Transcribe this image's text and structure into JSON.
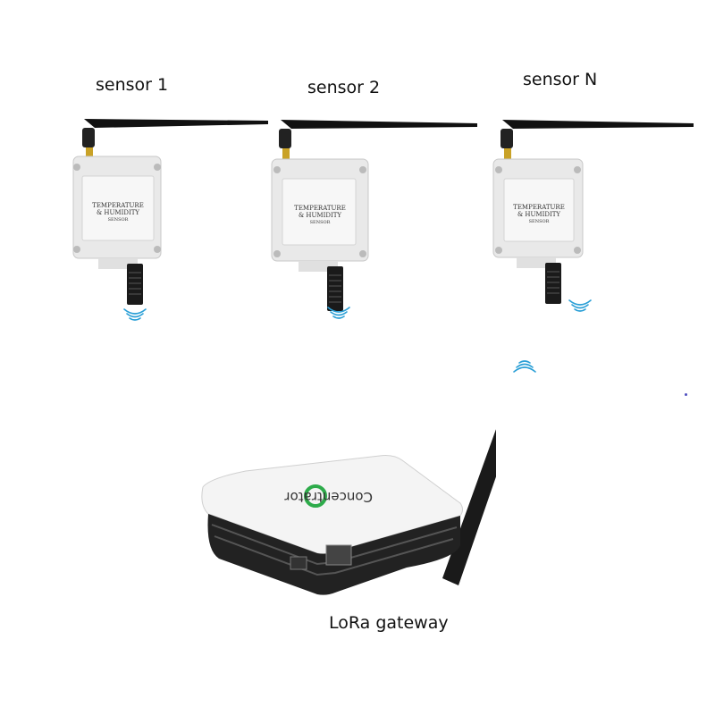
{
  "labels": {
    "sensor_1": "sensor 1",
    "sensor_2": "sensor 2",
    "sensor_n": "sensor N",
    "gateway": "LoRa gateway"
  },
  "device_text": {
    "sensor_title_line1": "TEMPERATURE",
    "sensor_title_line2": "& HUMIDITY",
    "sensor_title_line3": "SENSOR",
    "gateway_brand": "Concentrator"
  },
  "colors": {
    "signal_wave": "#2a9fd6",
    "gateway_logo": "#2dab4a"
  }
}
